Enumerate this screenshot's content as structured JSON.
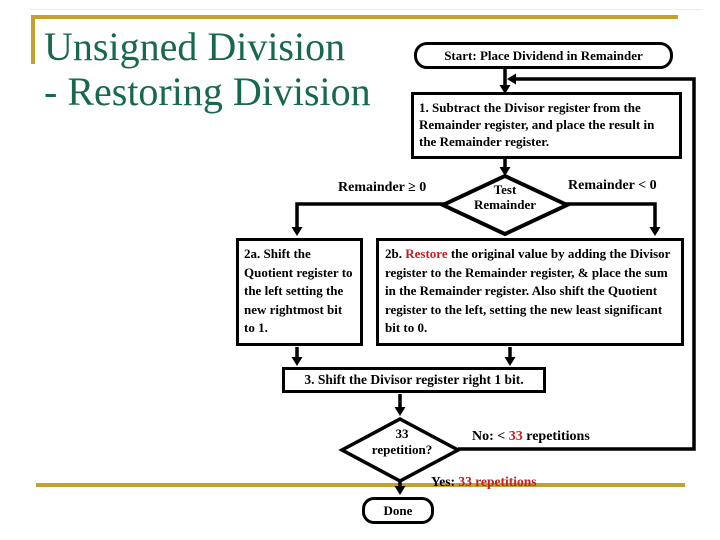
{
  "slide": {
    "title_line1": "Unsigned Division",
    "title_line2": "- Restoring Division"
  },
  "flowchart": {
    "start": "Start: Place Dividend in Remainder",
    "step1": "1. Subtract the Divisor register from the Remainder register, and place the result in the Remainder register.",
    "branch_left_label": "Remainder ≥ 0",
    "branch_right_label": "Remainder < 0",
    "test_line1": "Test",
    "test_line2": "Remainder",
    "step2a": "2a. Shift the Quotient register to the left setting the new rightmost bit to 1.",
    "step2b_prefix": "2b. ",
    "step2b_restore": "Restore",
    "step2b_rest": " the original value by adding the Divisor register to the Remainder register, & place the sum in the Remainder register. Also shift the Quotient register to the left, setting the new least significant bit to 0.",
    "step3": "3. Shift the Divisor register right 1 bit.",
    "repeat_line1": "33",
    "repeat_line2": "repetition?",
    "no_prefix": "No: < ",
    "no_value": "33",
    "no_suffix": " repetitions",
    "yes_prefix": "Yes: ",
    "yes_value": "33 repetitions",
    "done": "Done"
  },
  "colors": {
    "title_green": "#18684B",
    "accent_gold": "#C3A12E",
    "highlight_red": "#C02020"
  }
}
